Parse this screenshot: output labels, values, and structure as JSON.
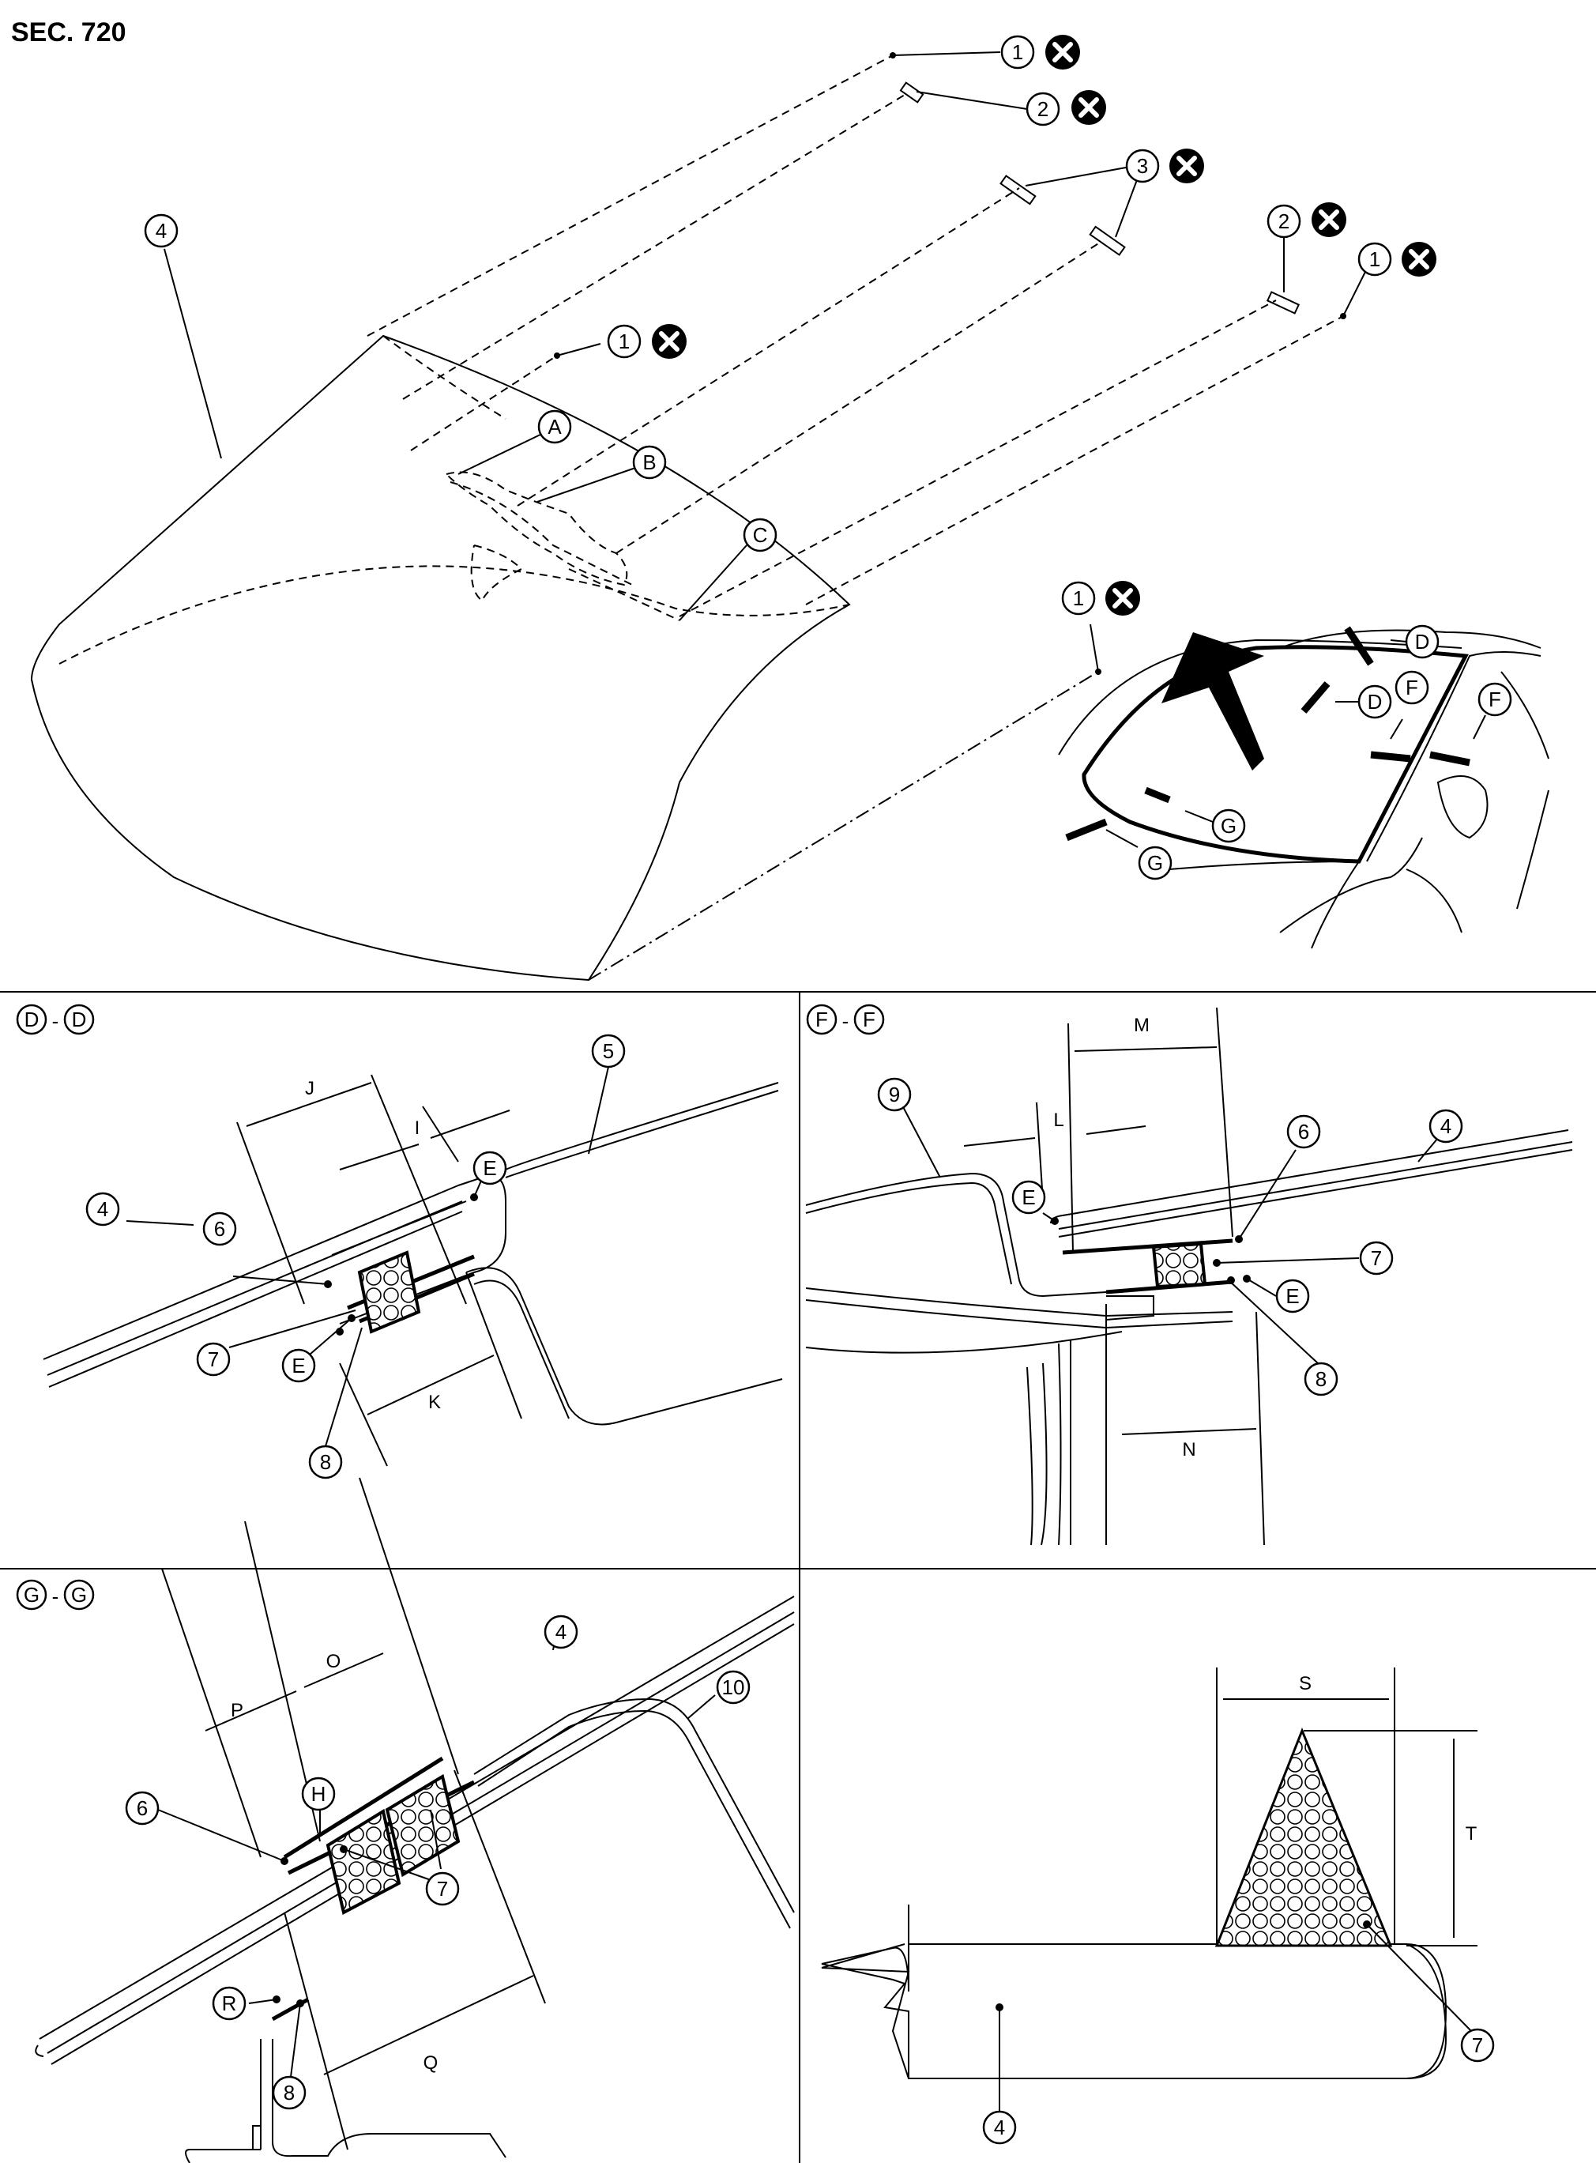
{
  "section_label": "SEC. 720",
  "callouts": {
    "c1": "1",
    "c2": "2",
    "c3": "3",
    "c4": "4",
    "c5": "5",
    "c6": "6",
    "c7": "7",
    "c8": "8",
    "c9": "9",
    "c10": "10",
    "A": "A",
    "B": "B",
    "C": "C",
    "D": "D",
    "E": "E",
    "F": "F",
    "G": "G",
    "H": "H",
    "R": "R"
  },
  "views": {
    "dd": {
      "left": "D",
      "right": "D",
      "sep": "-"
    },
    "ff": {
      "left": "F",
      "right": "F",
      "sep": "-"
    },
    "gg": {
      "left": "G",
      "right": "G",
      "sep": "-"
    }
  },
  "dimensions": {
    "I": "I",
    "J": "J",
    "K": "K",
    "L": "L",
    "M": "M",
    "N": "N",
    "O": "O",
    "P": "P",
    "Q": "Q",
    "S": "S",
    "T": "T"
  },
  "icons": {
    "replace_mark": "do-not-reuse-x-icon",
    "arrow": "remove-direction-arrow-icon"
  },
  "colors": {
    "ink": "#000000",
    "paper": "#ffffff"
  }
}
